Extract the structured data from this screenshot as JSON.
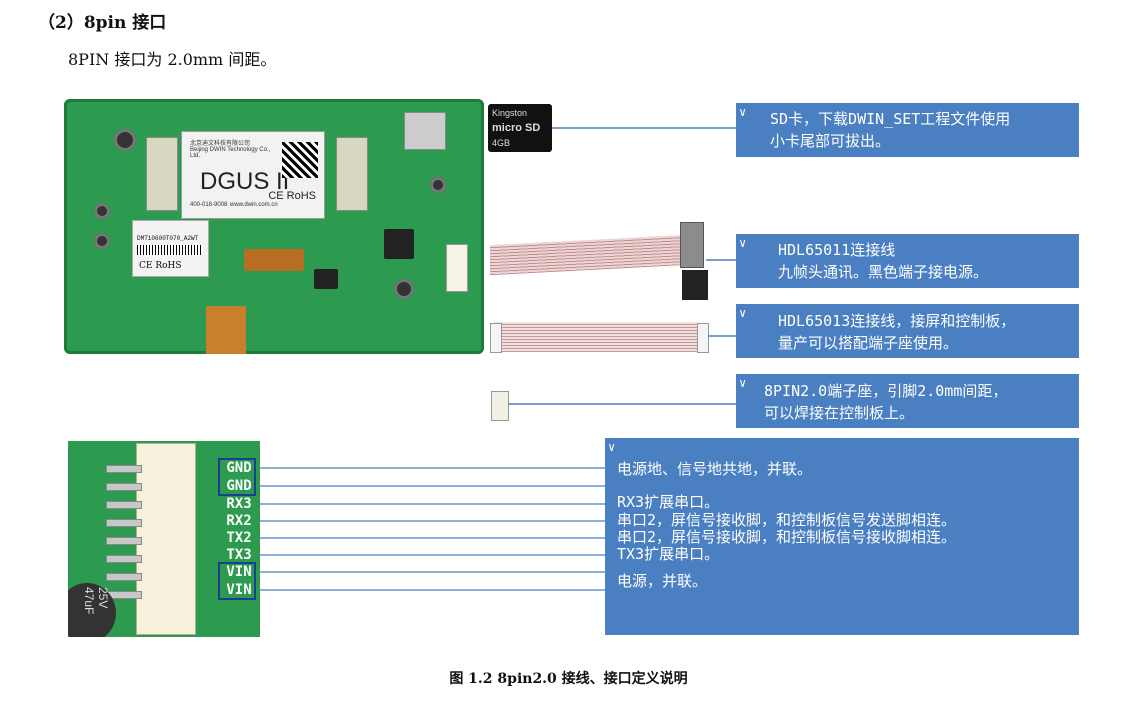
{
  "heading": "（2）8pin 接口",
  "subtitle": "8PIN 接口为 2.0mm 间距。",
  "board": {
    "dgus": "DGUS II",
    "cert": "CE RoHS",
    "company_cn": "北京迪文科技有限公司",
    "company_en": "Beijing DWIN Technology Co., Ltd.",
    "website": "www.dwin.com.cn",
    "phone": "400-018-9008",
    "model": "DMT10600T070_A2WT",
    "sticker_cert": "CE RoHS"
  },
  "sdcard": {
    "brand": "Kingston",
    "label": "micro SD",
    "size": "4GB"
  },
  "cap_label": "25V 47uF",
  "notes": [
    {
      "line1": "SD卡，下载DWIN_SET工程文件使用",
      "line2": "小卡尾部可拔出。"
    },
    {
      "line1": "HDL65011连接线",
      "line2": "九帧头通讯。黑色端子接电源。"
    },
    {
      "line1": "HDL65013连接线，接屏和控制板，",
      "line2": "量产可以搭配端子座使用。"
    },
    {
      "line1": "8PIN2.0端子座，引脚2.0mm间距，",
      "line2": "可以焊接在控制板上。"
    }
  ],
  "pins": [
    "GND",
    "GND",
    "RX3",
    "RX2",
    "TX2",
    "TX3",
    "VIN",
    "VIN"
  ],
  "pin_notes": {
    "gnd": "电源地、信号地共地，并联。",
    "rx3": "RX3扩展串口。",
    "rx2": "串口2，屏信号接收脚，和控制板信号发送脚相连。",
    "tx2": "串口2，屏信号接收脚，和控制板信号接收脚相连。",
    "tx3": "TX3扩展串口。",
    "vin": "电源，并联。"
  },
  "caption": "图 1.2 8pin2.0 接线、接口定义说明",
  "colors": {
    "note_bg": "#4a7fc1",
    "pcb": "#2c9a4f",
    "pin_box": "#1a3f8f"
  }
}
